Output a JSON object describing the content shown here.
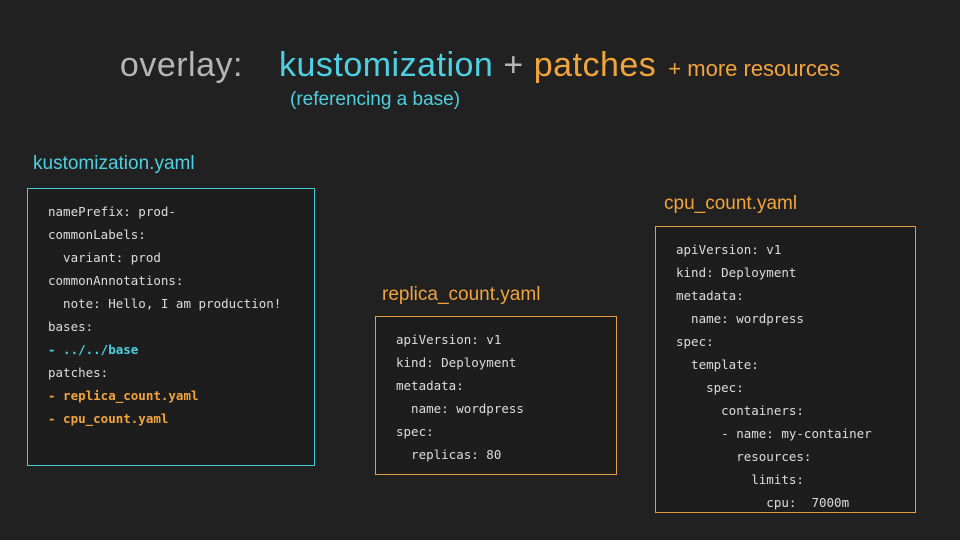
{
  "title": {
    "overlay": "overlay:",
    "kustomization": "kustomization",
    "plus": "+",
    "patches": "patches",
    "more": "+ more resources",
    "subtitle": "(referencing a base)"
  },
  "colors": {
    "background": "#212121",
    "panel_background": "#1d1d1d",
    "cyan_accent": "#4dd0e1",
    "orange_accent": "#f2a43c",
    "title_gray": "#b5b5b5",
    "code_text": "#dcdcdc"
  },
  "panels": [
    {
      "label": "kustomization.yaml",
      "accent": "cyan",
      "lines": [
        {
          "text": "namePrefix: prod-",
          "style": "plain"
        },
        {
          "text": "commonLabels:",
          "style": "plain"
        },
        {
          "text": "  variant: prod",
          "style": "plain"
        },
        {
          "text": "commonAnnotations:",
          "style": "plain"
        },
        {
          "text": "  note: Hello, I am production!",
          "style": "plain"
        },
        {
          "text": "bases:",
          "style": "plain"
        },
        {
          "text": "- ../../base",
          "style": "cyan"
        },
        {
          "text": "patches:",
          "style": "plain"
        },
        {
          "text": "- replica_count.yaml",
          "style": "orange"
        },
        {
          "text": "- cpu_count.yaml",
          "style": "orange"
        }
      ]
    },
    {
      "label": "replica_count.yaml",
      "accent": "orange",
      "lines": [
        {
          "text": "apiVersion: v1",
          "style": "plain"
        },
        {
          "text": "kind: Deployment",
          "style": "plain"
        },
        {
          "text": "metadata:",
          "style": "plain"
        },
        {
          "text": "  name: wordpress",
          "style": "plain"
        },
        {
          "text": "spec:",
          "style": "plain"
        },
        {
          "text": "  replicas: 80",
          "style": "plain"
        }
      ]
    },
    {
      "label": "cpu_count.yaml",
      "accent": "orange",
      "lines": [
        {
          "text": "apiVersion: v1",
          "style": "plain"
        },
        {
          "text": "kind: Deployment",
          "style": "plain"
        },
        {
          "text": "metadata:",
          "style": "plain"
        },
        {
          "text": "  name: wordpress",
          "style": "plain"
        },
        {
          "text": "spec:",
          "style": "plain"
        },
        {
          "text": "  template:",
          "style": "plain"
        },
        {
          "text": "    spec:",
          "style": "plain"
        },
        {
          "text": "      containers:",
          "style": "plain"
        },
        {
          "text": "      - name: my-container",
          "style": "plain"
        },
        {
          "text": "        resources:",
          "style": "plain"
        },
        {
          "text": "          limits:",
          "style": "plain"
        },
        {
          "text": "            cpu:  7000m",
          "style": "plain"
        }
      ]
    }
  ]
}
